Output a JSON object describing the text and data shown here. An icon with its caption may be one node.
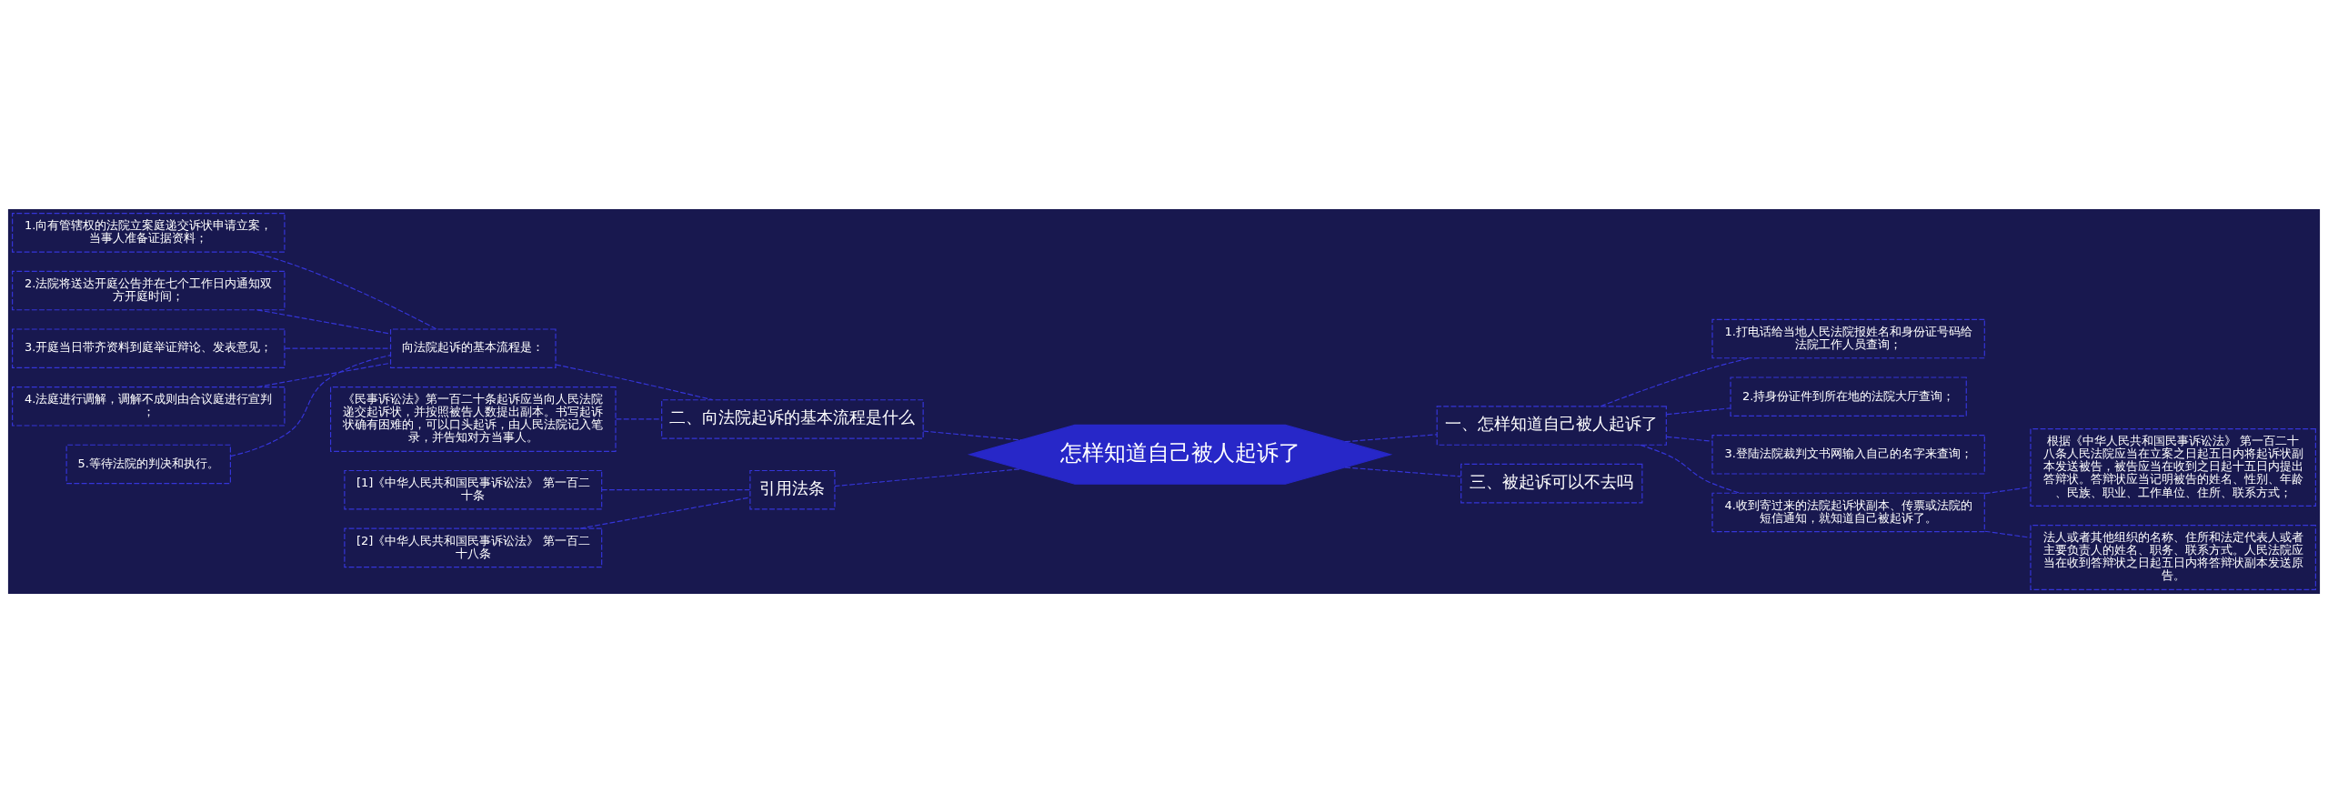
{
  "diagram": {
    "nodes": [
      {
        "text": [
          "怎样知道自己被人起诉了"
        ]
      },
      {
        "text": [
          "一、怎样知道自己被人起诉了"
        ]
      },
      {
        "text": [
          "1.打电话给当地人民法院报姓名和身份证号码给法院工作人员查询；"
        ]
      },
      {
        "text": [
          "2.持身份证件到所在地的法院大厅查询；"
        ]
      },
      {
        "text": [
          "3.登陆法院裁判文书网输入自己的名字来查询；"
        ]
      },
      {
        "text": [
          "4.收到寄过来的法院起诉状副本、传票或法院的短信通知，就知道自己被起诉了。"
        ]
      },
      {
        "text": [
          "根据《中华人民共和国民事诉讼法》 第一百二十八条人民法院应当在立案之日起五日内将起诉状副本发送被告，被告应当在收到之日起十五日内提出答辩状。答辩状应当记明被告的姓名、性别、年龄、民族、职业、工作单位、住所、联系方式；"
        ]
      },
      {
        "text": [
          "法人或者其他组织的名称、住所和法定代表人或者主要负责人的姓名、职务、联系方式。人民法院应当在收到答辩状之日起五日内将答辩状副本发送原告。"
        ]
      },
      {
        "text": [
          "三、被起诉可以不去吗"
        ]
      },
      {
        "text": [
          "二、向法院起诉的基本流程是什么"
        ]
      },
      {
        "text": [
          "向法院起诉的基本流程是："
        ]
      },
      {
        "text": [
          "1.向有管辖权的法院立案庭递交诉状申请立案，当事人准备证据资料；"
        ]
      },
      {
        "text": [
          "2.法院将送达开庭公告并在七个工作日内通知双方开庭时间；"
        ]
      },
      {
        "text": [
          "3.开庭当日带齐资料到庭举证辩论、发表意见；"
        ]
      },
      {
        "text": [
          "4.法庭进行调解，调解不成则由合议庭进行宣判；"
        ]
      },
      {
        "text": [
          "5.等待法院的判决和执行。"
        ]
      },
      {
        "text": [
          "《民事诉讼法》第一百二十条起诉应当向人民法院递交起诉状，并按照被告人数提出副本。书写起诉状确有困难的，可以口头起诉，由人民法院记入笔录，并告知对方当事人。"
        ]
      },
      {
        "text": [
          "引用法条"
        ]
      },
      {
        "text": [
          "[1]《中华人民共和国民事诉讼法》 第一百二十条"
        ]
      },
      {
        "text": [
          "[2]《中华人民共和国民事诉讼法》 第一百二十八条"
        ]
      }
    ],
    "edges": [
      {
        "from": 0,
        "to": 1,
        "arrow": "none"
      },
      {
        "from": 1,
        "to": 2,
        "arrow": "none"
      },
      {
        "from": 1,
        "to": 3,
        "arrow": "none"
      },
      {
        "from": 1,
        "to": 4,
        "arrow": "none"
      },
      {
        "from": 1,
        "to": 5,
        "arrow": "none"
      },
      {
        "from": 5,
        "to": 6,
        "arrow": "none"
      },
      {
        "from": 5,
        "to": 7,
        "arrow": "none"
      },
      {
        "from": 0,
        "to": 8,
        "arrow": "none"
      },
      {
        "from": 0,
        "to": 9,
        "arrow": "none"
      },
      {
        "from": 9,
        "to": 10,
        "arrow": "none"
      },
      {
        "from": 10,
        "to": 11,
        "arrow": "none"
      },
      {
        "from": 10,
        "to": 12,
        "arrow": "none"
      },
      {
        "from": 10,
        "to": 13,
        "arrow": "none"
      },
      {
        "from": 10,
        "to": 14,
        "arrow": "none"
      },
      {
        "from": 10,
        "to": 15,
        "arrow": "none"
      },
      {
        "from": 9,
        "to": 16,
        "arrow": "none"
      },
      {
        "from": 0,
        "to": 17,
        "arrow": "none"
      },
      {
        "from": 17,
        "to": 18,
        "arrow": "none"
      },
      {
        "from": 17,
        "to": 19,
        "arrow": "none"
      }
    ]
  }
}
